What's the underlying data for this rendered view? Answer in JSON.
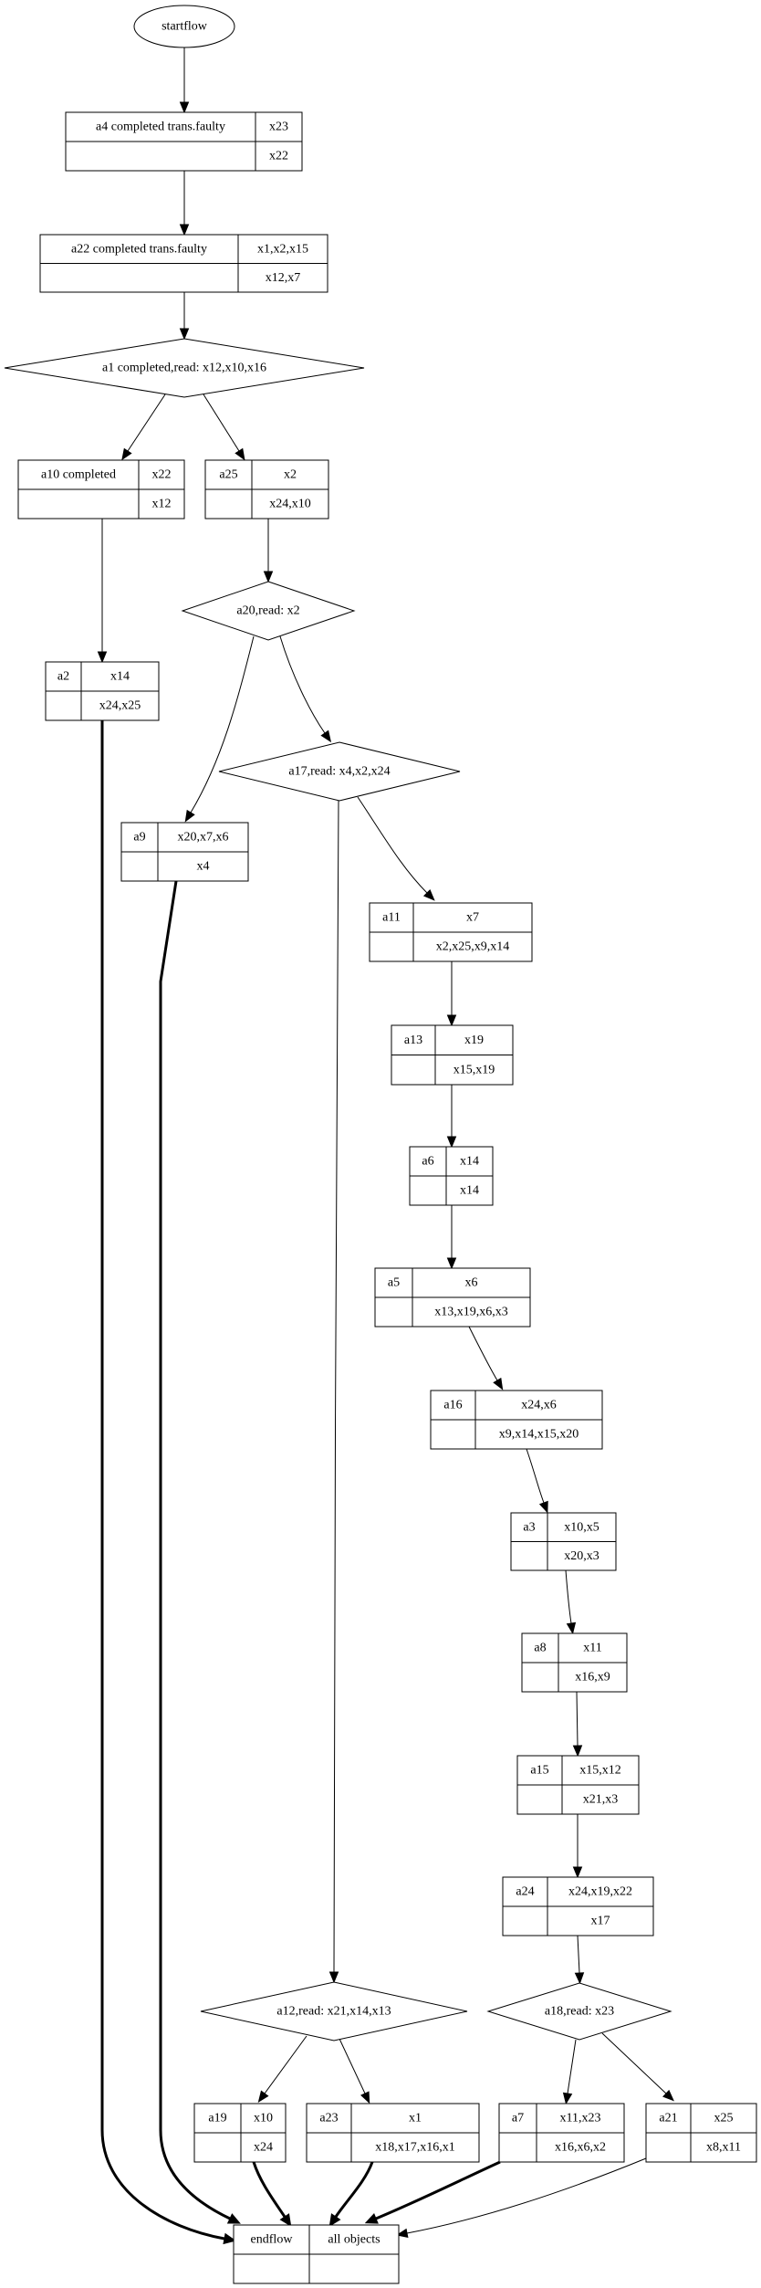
{
  "diagram": {
    "type": "flow-graph",
    "start": {
      "id": "startflow",
      "label": "startflow"
    },
    "end": {
      "id": "endflow",
      "cells": [
        "endflow",
        "all objects",
        "",
        ""
      ]
    },
    "record_nodes": [
      {
        "id": "a4",
        "cells": [
          "a4  completed trans.faulty",
          "x23",
          "",
          "x22"
        ]
      },
      {
        "id": "a22",
        "cells": [
          "a22  completed trans.faulty",
          "x1,x2,x15",
          "",
          "x12,x7"
        ]
      },
      {
        "id": "a10",
        "cells": [
          "a10 completed",
          "x22",
          "",
          "x12"
        ]
      },
      {
        "id": "a25",
        "cells": [
          "a25",
          "x2",
          "",
          "x24,x10"
        ]
      },
      {
        "id": "a2",
        "cells": [
          "a2",
          "x14",
          "",
          "x24,x25"
        ]
      },
      {
        "id": "a9",
        "cells": [
          "a9",
          "x20,x7,x6",
          "",
          "x4"
        ]
      },
      {
        "id": "a11",
        "cells": [
          "a11",
          "x7",
          "",
          "x2,x25,x9,x14"
        ]
      },
      {
        "id": "a13",
        "cells": [
          "a13",
          "x19",
          "",
          "x15,x19"
        ]
      },
      {
        "id": "a6",
        "cells": [
          "a6",
          "x14",
          "",
          "x14"
        ]
      },
      {
        "id": "a5",
        "cells": [
          "a5",
          "x6",
          "",
          "x13,x19,x6,x3"
        ]
      },
      {
        "id": "a16",
        "cells": [
          "a16",
          "x24,x6",
          "",
          "x9,x14,x15,x20"
        ]
      },
      {
        "id": "a3",
        "cells": [
          "a3",
          "x10,x5",
          "",
          "x20,x3"
        ]
      },
      {
        "id": "a8",
        "cells": [
          "a8",
          "x11",
          "",
          "x16,x9"
        ]
      },
      {
        "id": "a15",
        "cells": [
          "a15",
          "x15,x12",
          "",
          "x21,x3"
        ]
      },
      {
        "id": "a24",
        "cells": [
          "a24",
          "x24,x19,x22",
          "",
          "x17"
        ]
      },
      {
        "id": "a19",
        "cells": [
          "a19",
          "x10",
          "",
          "x24"
        ]
      },
      {
        "id": "a23",
        "cells": [
          "a23",
          "x1",
          "",
          "x18,x17,x16,x1"
        ]
      },
      {
        "id": "a7",
        "cells": [
          "a7",
          "x11,x23",
          "",
          "x16,x6,x2"
        ]
      },
      {
        "id": "a21",
        "cells": [
          "a21",
          "x25",
          "",
          "x8,x11"
        ]
      }
    ],
    "decision_nodes": [
      {
        "id": "a1",
        "label": "a1  completed,read: x12,x10,x16"
      },
      {
        "id": "a20",
        "label": "a20,read: x2"
      },
      {
        "id": "a17",
        "label": "a17,read: x4,x2,x24"
      },
      {
        "id": "a12",
        "label": "a12,read: x21,x14,x13"
      },
      {
        "id": "a18",
        "label": "a18,read: x23"
      }
    ],
    "edges": [
      {
        "from": "startflow",
        "to": "a4",
        "style": "normal"
      },
      {
        "from": "a4",
        "to": "a22",
        "style": "normal"
      },
      {
        "from": "a22",
        "to": "a1",
        "style": "normal"
      },
      {
        "from": "a1",
        "to": "a10",
        "style": "normal"
      },
      {
        "from": "a1",
        "to": "a25",
        "style": "normal"
      },
      {
        "from": "a10",
        "to": "a2",
        "style": "normal"
      },
      {
        "from": "a25",
        "to": "a20",
        "style": "normal"
      },
      {
        "from": "a20",
        "to": "a9",
        "style": "normal"
      },
      {
        "from": "a20",
        "to": "a17",
        "style": "normal"
      },
      {
        "from": "a17",
        "to": "a11",
        "style": "normal"
      },
      {
        "from": "a17",
        "to": "a12",
        "style": "normal"
      },
      {
        "from": "a11",
        "to": "a13",
        "style": "normal"
      },
      {
        "from": "a13",
        "to": "a6",
        "style": "normal"
      },
      {
        "from": "a6",
        "to": "a5",
        "style": "normal"
      },
      {
        "from": "a5",
        "to": "a16",
        "style": "normal"
      },
      {
        "from": "a16",
        "to": "a3",
        "style": "normal"
      },
      {
        "from": "a3",
        "to": "a8",
        "style": "normal"
      },
      {
        "from": "a8",
        "to": "a15",
        "style": "normal"
      },
      {
        "from": "a15",
        "to": "a24",
        "style": "normal"
      },
      {
        "from": "a24",
        "to": "a18",
        "style": "normal"
      },
      {
        "from": "a12",
        "to": "a19",
        "style": "normal"
      },
      {
        "from": "a12",
        "to": "a23",
        "style": "normal"
      },
      {
        "from": "a18",
        "to": "a7",
        "style": "normal"
      },
      {
        "from": "a18",
        "to": "a21",
        "style": "normal"
      },
      {
        "from": "a2",
        "to": "endflow",
        "style": "bold"
      },
      {
        "from": "a9",
        "to": "endflow",
        "style": "bold"
      },
      {
        "from": "a19",
        "to": "endflow",
        "style": "bold"
      },
      {
        "from": "a23",
        "to": "endflow",
        "style": "bold"
      },
      {
        "from": "a7",
        "to": "endflow",
        "style": "bold"
      },
      {
        "from": "a21",
        "to": "endflow",
        "style": "normal"
      }
    ]
  }
}
